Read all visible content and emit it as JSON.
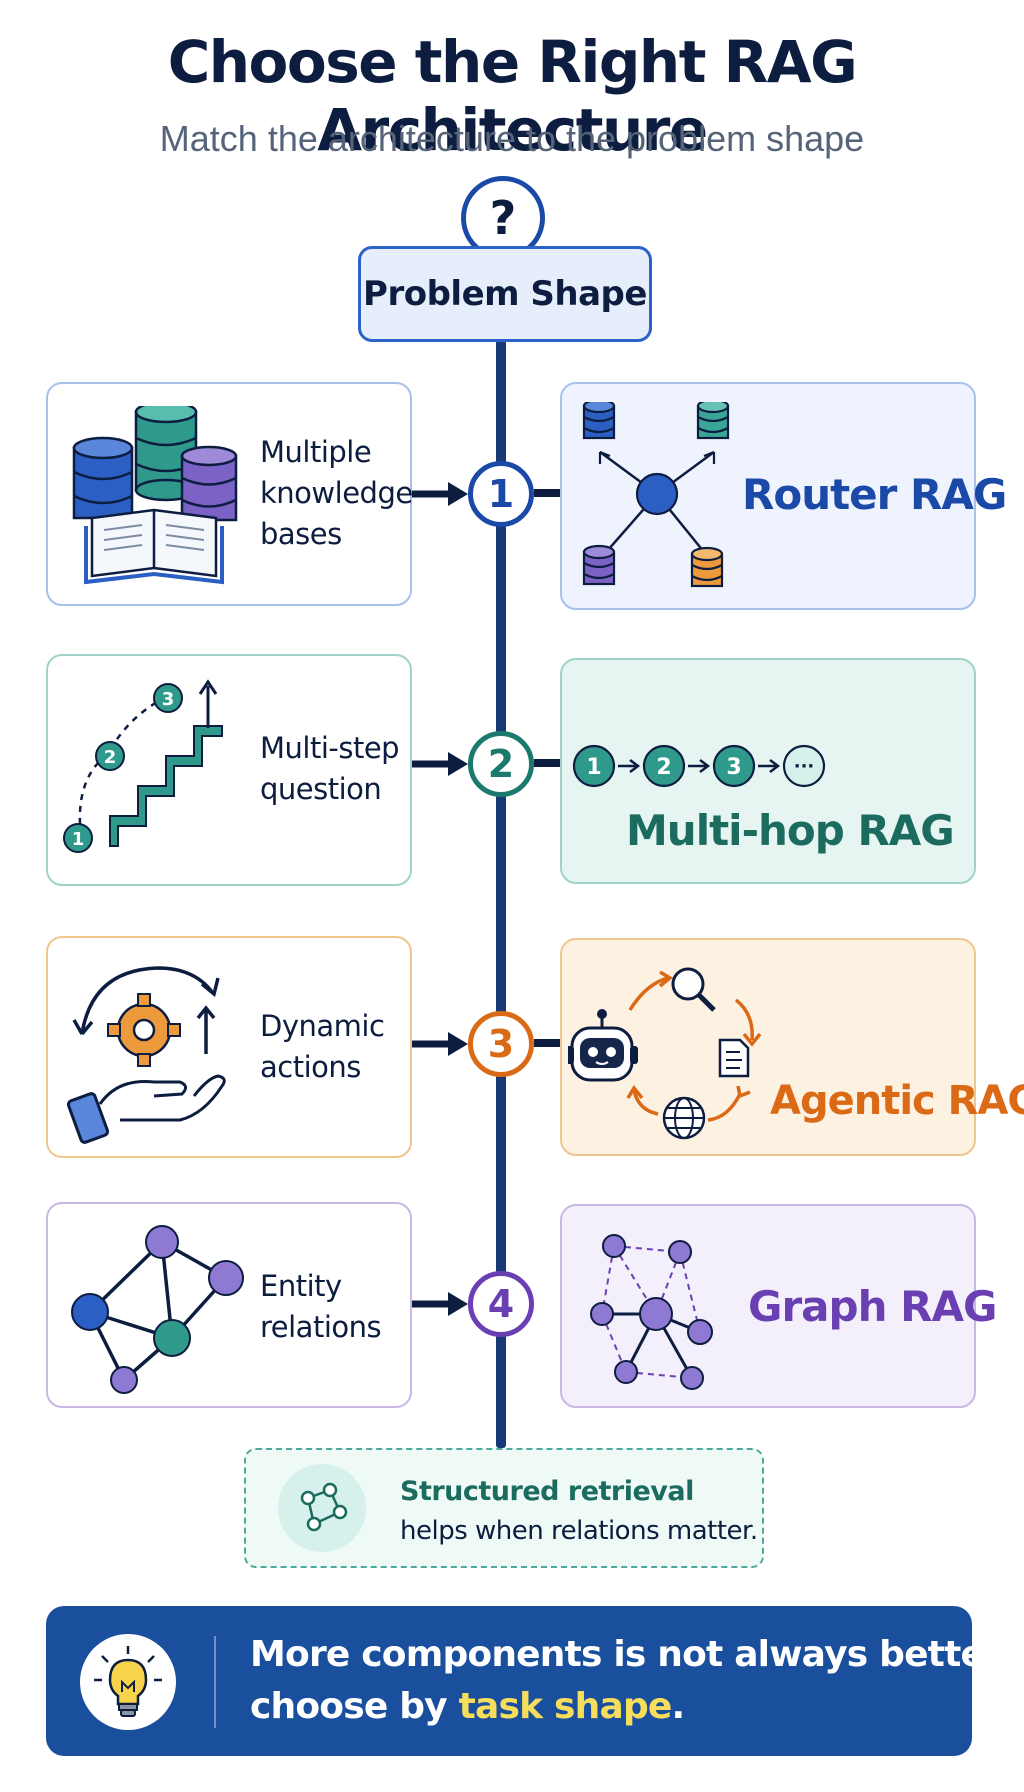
{
  "title": "Choose the Right RAG Architecture",
  "subtitle": "Match the architecture to the problem shape",
  "root": {
    "icon": "question-mark-icon",
    "symbol": "?",
    "label": "Problem Shape"
  },
  "rows": [
    {
      "number": "1",
      "problem_lines": [
        "Multiple",
        "knowledge",
        "bases"
      ],
      "problem_icon": "databases-and-book-icon",
      "architecture": "Router RAG",
      "architecture_icon": "router-hub-icon",
      "accent": "#1a49a8",
      "border": "#a8c0ea",
      "fill": "#eef3fd"
    },
    {
      "number": "2",
      "problem_lines": [
        "Multi-step",
        "question"
      ],
      "problem_icon": "staircase-steps-icon",
      "architecture": "Multi-hop RAG",
      "architecture_icon": "hop-chain-icon",
      "hop_labels": [
        "1",
        "2",
        "3",
        "···"
      ],
      "step_labels": [
        "1",
        "2",
        "3"
      ],
      "accent": "#1b7a6d",
      "border": "#9fd3ca",
      "fill": "#e6f5f2"
    },
    {
      "number": "3",
      "problem_lines": [
        "Dynamic",
        "actions"
      ],
      "problem_icon": "hand-gear-cycle-icon",
      "architecture": "Agentic RAG",
      "architecture_icon": "agent-loop-icon",
      "accent": "#db6a16",
      "border": "#f0c58e",
      "fill": "#fdf1e2"
    },
    {
      "number": "4",
      "problem_lines": [
        "Entity",
        "relations"
      ],
      "problem_icon": "entity-graph-icon",
      "architecture": "Graph RAG",
      "architecture_icon": "knowledge-graph-icon",
      "accent": "#6a3fb1",
      "border": "#c9b8e6",
      "fill": "#f4f0fb"
    }
  ],
  "note": {
    "icon": "graph-nodes-icon",
    "line1": "Structured retrieval",
    "line2": "helps when relations matter."
  },
  "banner": {
    "icon": "lightbulb-icon",
    "line1": "More components is not always better –",
    "line2_prefix": "choose by ",
    "line2_highlight": "task shape",
    "line2_suffix": "."
  },
  "colors": {
    "navy": "#0d1d3f",
    "spine": "#173a77",
    "banner_bg": "#1a4f9e",
    "highlight": "#f6dd5b"
  }
}
